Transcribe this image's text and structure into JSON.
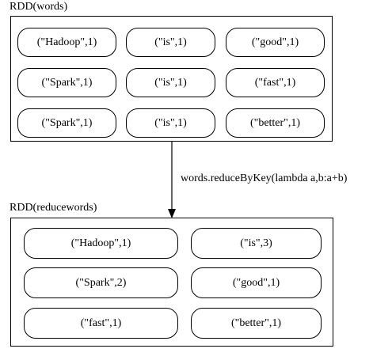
{
  "rdd_words": {
    "title": "RDD(words)",
    "items": [
      "(\"Hadoop\",1)",
      "(\"is\",1)",
      "(\"good\",1)",
      "(\"Spark\",1)",
      "(\"is\",1)",
      "(\"fast\",1)",
      "(\"Spark\",1)",
      "(\"is\",1)",
      "(\"better\",1)"
    ]
  },
  "transformation": {
    "label": "words.reduceByKey(lambda a,b:a+b)"
  },
  "rdd_reducewords": {
    "title": "RDD(reducewords)",
    "items": [
      "(\"Hadoop\",1)",
      "(\"is\",3)",
      "(\"Spark\",2)",
      "(\"good\",1)",
      "(\"fast\",1)",
      "(\"better\",1)"
    ]
  }
}
